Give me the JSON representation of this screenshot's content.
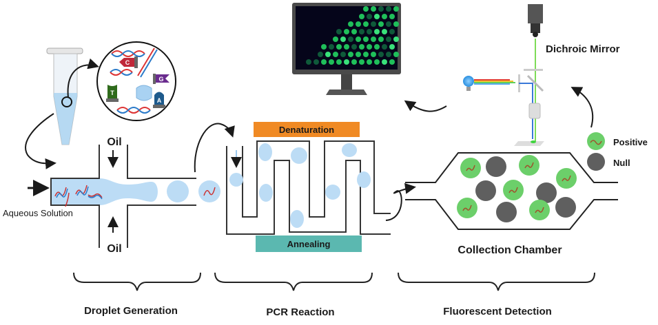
{
  "figure": {
    "droplet_generation": {
      "oil_top": "Oil",
      "oil_bottom": "Oil",
      "aqueous": "Aqueous Solution",
      "reagents": [
        "C",
        "G",
        "T",
        "A"
      ]
    },
    "pcr": {
      "denaturation": "Denaturation",
      "annealing": "Annealing"
    },
    "detection": {
      "dichroic_mirror": "Dichroic Mirror",
      "legend_positive": "Positive",
      "legend_null": "Null",
      "collection_chamber": "Collection Chamber"
    },
    "stages": [
      {
        "label": "Droplet Generation"
      },
      {
        "label": "PCR Reaction"
      },
      {
        "label": "Fluorescent Detection"
      }
    ],
    "colors": {
      "droplet": "#bcdcf5",
      "denaturation": "#f08a24",
      "annealing": "#5bb8b0",
      "positive": "#6ccf6a",
      "null": "#5f5f5f",
      "screen": "#05051a",
      "reagent_c": "#c0283a",
      "reagent_g": "#6a2c8e",
      "reagent_t": "#2f6b1c",
      "reagent_a": "#1e5a8c"
    }
  }
}
